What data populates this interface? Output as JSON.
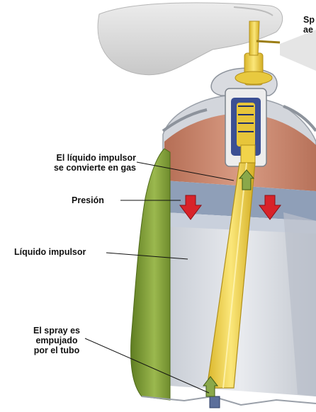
{
  "labels": {
    "spray_title_line1": "Sp",
    "spray_title_line2": "ae",
    "liquid_to_gas_line1": "El líquido impulsor",
    "liquid_to_gas_line2": "se convierte en gas",
    "pressure": "Presión",
    "propellant_liquid": "Líquido impulsor",
    "pushed_line1": "El spray es",
    "pushed_line2": "empujado",
    "pushed_line3": "por el tubo"
  },
  "colors": {
    "can_body": "#d7dbe2",
    "can_shadow": "#b9bec8",
    "gas_region": "#c98a72",
    "pressure_band": "#8a9bb4",
    "liquid_region": "#dfe2e8",
    "tube": "#f2d34a",
    "green_side": "#86a33c",
    "arrow_red": "#d8232a",
    "arrow_green": "#8aa84a"
  }
}
